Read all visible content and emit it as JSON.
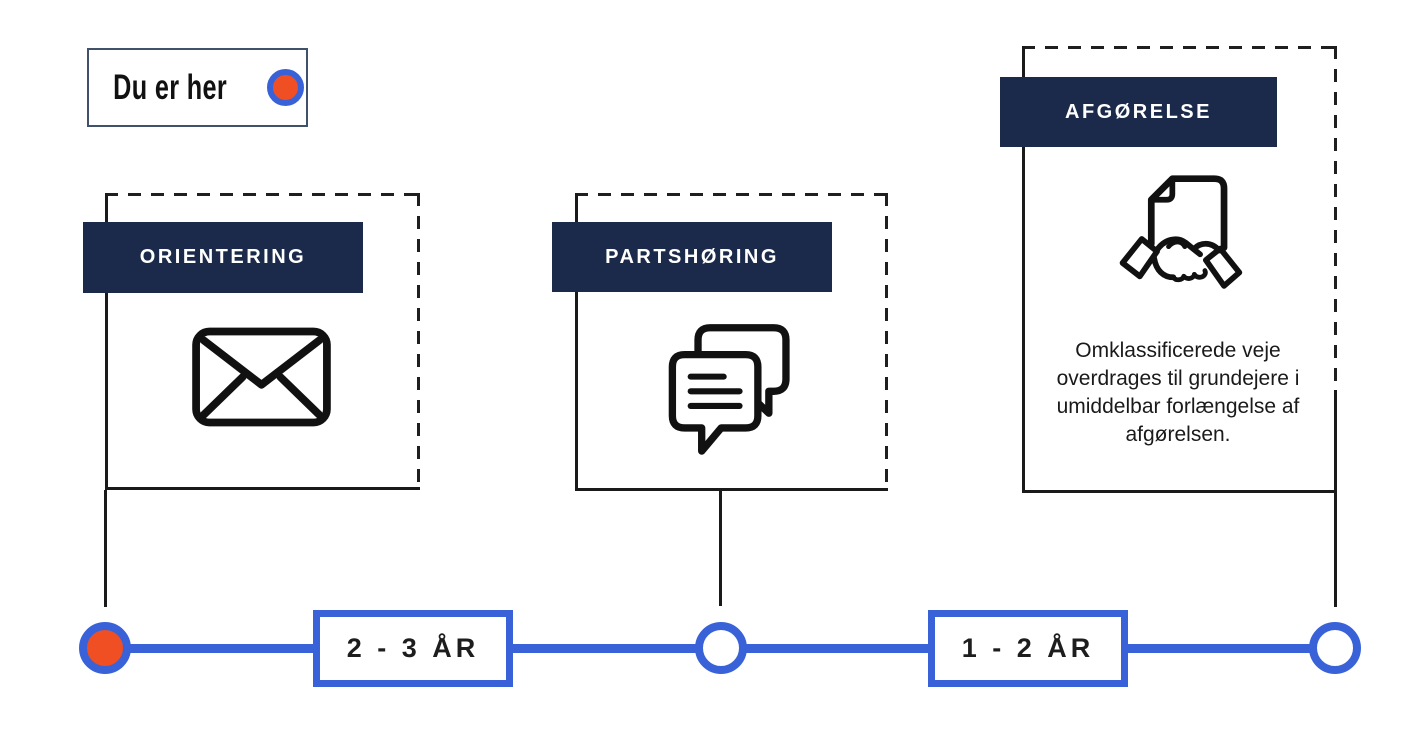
{
  "diagram": {
    "legend": {
      "label": "Du er her",
      "marker_icon": "you-are-here-dot"
    },
    "stages": [
      {
        "title": "ORIENTERING",
        "icon": "envelope-icon",
        "description": ""
      },
      {
        "title": "PARTSHØRING",
        "icon": "chat-bubbles-icon",
        "description": ""
      },
      {
        "title": "AFGØRELSE",
        "icon": "handshake-document-icon",
        "description": "Omklassificerede veje overdrages til grundejere i umiddelbar forlængelse af afgørelsen."
      }
    ],
    "timeline": {
      "durations": [
        "2 - 3 ÅR",
        "1 - 2 ÅR"
      ],
      "nodes": [
        {
          "state": "current",
          "fill": "#f04e23"
        },
        {
          "state": "pending",
          "fill": "#ffffff"
        },
        {
          "state": "pending",
          "fill": "#ffffff"
        }
      ]
    },
    "colors": {
      "navy": "#1b2a4a",
      "blue": "#3a62d8",
      "orange": "#f04e23",
      "ink": "#1a1a1a"
    }
  }
}
